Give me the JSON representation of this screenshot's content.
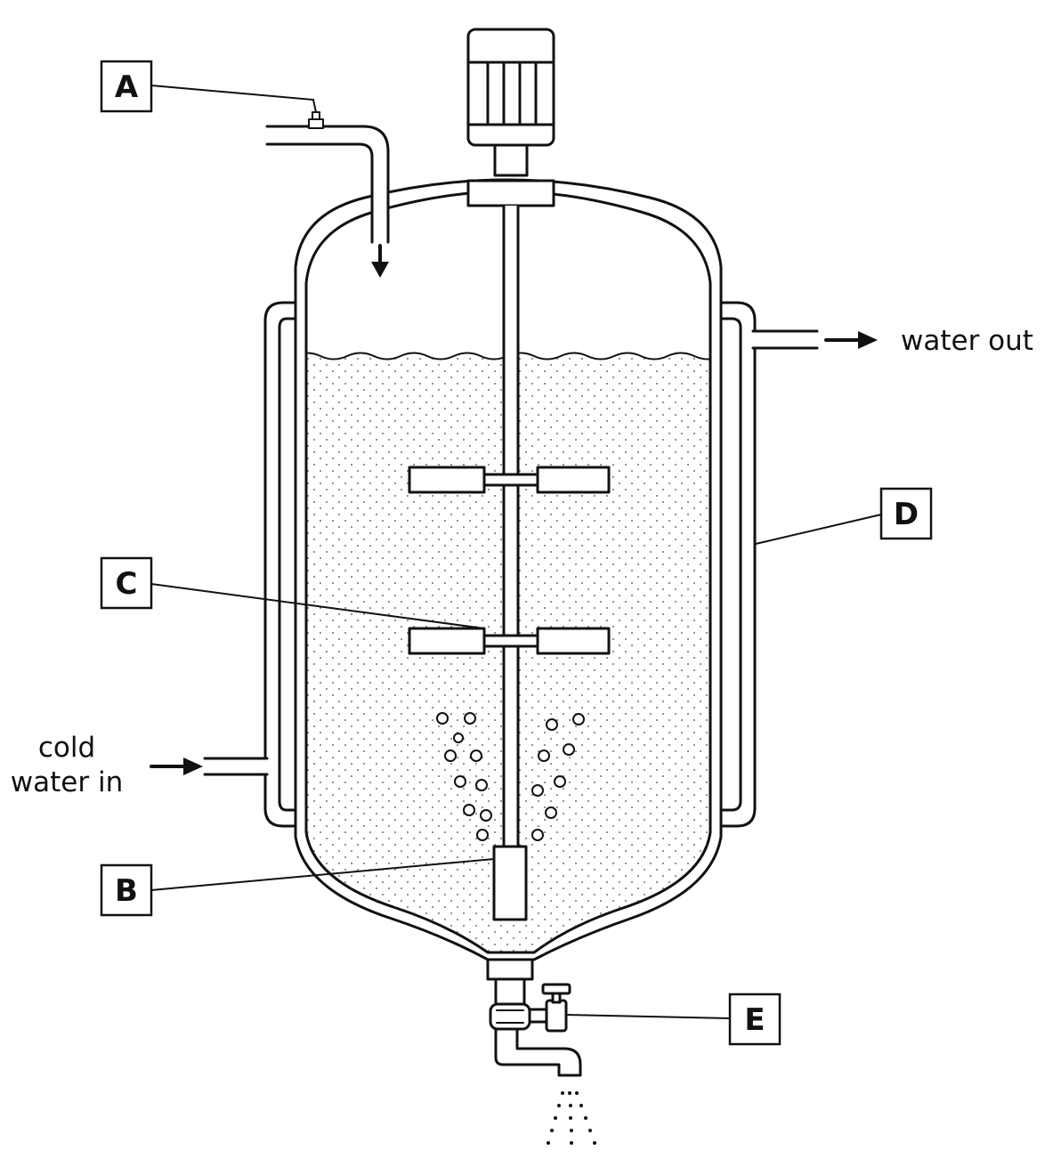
{
  "labels": {
    "a": "A",
    "b": "B",
    "c": "C",
    "d": "D",
    "e": "E"
  },
  "flows": {
    "water_out": "water out",
    "cold_water_in_line1": "cold",
    "cold_water_in_line2": "water in"
  },
  "colors": {
    "line": "#111111",
    "background": "#ffffff"
  }
}
